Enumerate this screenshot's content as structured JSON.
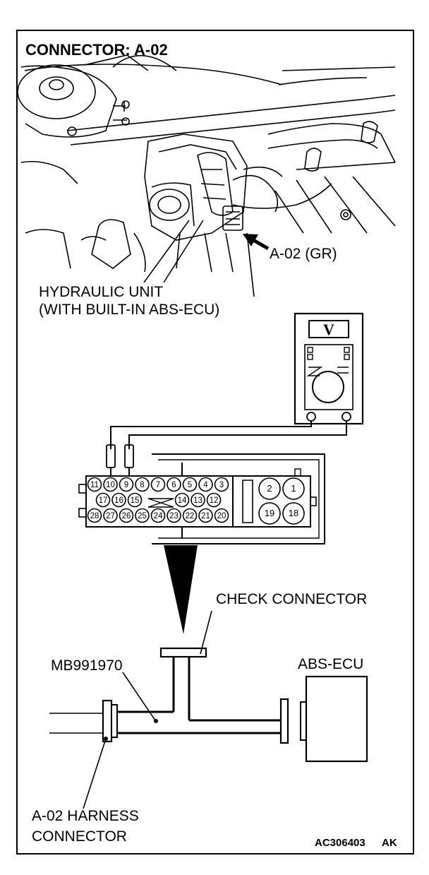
{
  "title": "CONNECTOR: A-02",
  "photo": {
    "callout_connector": "A-02 (GR)",
    "hydraulic_unit_line1": "HYDRAULIC UNIT",
    "hydraulic_unit_line2": "(WITH BUILT-IN ABS-ECU)"
  },
  "meter": {
    "mode": "V"
  },
  "connector_pins": {
    "top_row": [
      "11",
      "10",
      "9",
      "8",
      "7",
      "6",
      "5",
      "4",
      "3"
    ],
    "middle_row_left": [
      "17",
      "16",
      "15"
    ],
    "middle_row_right": [
      "14",
      "13",
      "12"
    ],
    "bottom_row": [
      "28",
      "27",
      "26",
      "25",
      "24",
      "23",
      "22",
      "21",
      "20"
    ],
    "right_block": [
      "2",
      "1",
      "19",
      "18"
    ]
  },
  "harness": {
    "check_connector": "CHECK CONNECTOR",
    "tool": "MB991970",
    "ecu": "ABS-ECU",
    "harness_line1": "A-02 HARNESS",
    "harness_line2": "CONNECTOR"
  },
  "figure_code": "AC306403",
  "figure_suffix": "AK"
}
